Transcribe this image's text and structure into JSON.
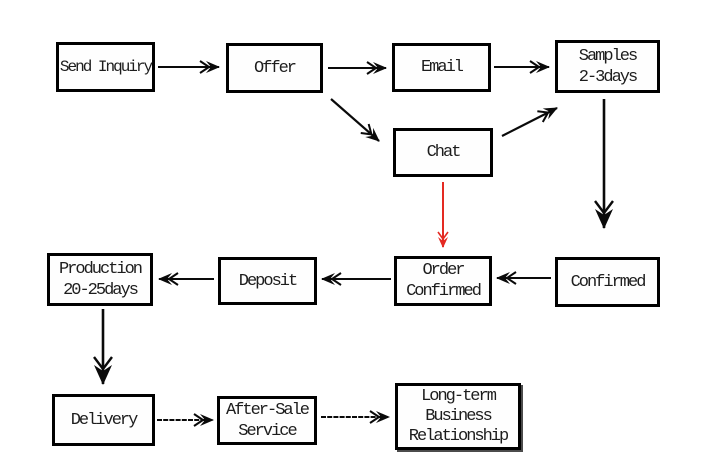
{
  "diagram": {
    "title": "Order process flowchart",
    "background": "#ffffff",
    "colors": {
      "box_border": "#000000",
      "text": "#1d1d1d",
      "arrow": "#0a0a0a",
      "red_arrow": "#e42a22"
    },
    "nodes": {
      "send_inquiry": {
        "lines": [
          "Send Inquiry"
        ]
      },
      "offer": {
        "lines": [
          "Offer"
        ]
      },
      "email": {
        "lines": [
          "Email"
        ]
      },
      "samples": {
        "lines": [
          "Samples",
          "2-3days"
        ]
      },
      "chat": {
        "lines": [
          "Chat"
        ]
      },
      "confirmed": {
        "lines": [
          "Confirmed"
        ]
      },
      "order_confirmed": {
        "lines": [
          "Order",
          "Confirmed"
        ]
      },
      "deposit": {
        "lines": [
          "Deposit"
        ]
      },
      "production": {
        "lines": [
          "Production",
          "20-25days"
        ]
      },
      "delivery": {
        "lines": [
          "Delivery"
        ]
      },
      "after_sale": {
        "lines": [
          "After-Sale",
          "Service"
        ]
      },
      "long_term": {
        "lines": [
          "Long-term",
          "Business",
          "Relationship"
        ]
      }
    },
    "edges": [
      {
        "from": "Send Inquiry",
        "to": "Offer",
        "color": "black",
        "style": "solid"
      },
      {
        "from": "Offer",
        "to": "Email",
        "color": "black",
        "style": "solid"
      },
      {
        "from": "Email",
        "to": "Samples 2-3days",
        "color": "black",
        "style": "solid"
      },
      {
        "from": "Offer",
        "to": "Chat",
        "color": "black",
        "style": "solid"
      },
      {
        "from": "Chat",
        "to": "Samples 2-3days",
        "color": "black",
        "style": "solid"
      },
      {
        "from": "Samples 2-3days",
        "to": "Confirmed",
        "color": "black",
        "style": "solid"
      },
      {
        "from": "Chat",
        "to": "Order Confirmed",
        "color": "red",
        "style": "solid"
      },
      {
        "from": "Confirmed",
        "to": "Order Confirmed",
        "color": "black",
        "style": "solid"
      },
      {
        "from": "Order Confirmed",
        "to": "Deposit",
        "color": "black",
        "style": "solid"
      },
      {
        "from": "Deposit",
        "to": "Production 20-25days",
        "color": "black",
        "style": "solid"
      },
      {
        "from": "Production 20-25days",
        "to": "Delivery",
        "color": "black",
        "style": "solid"
      },
      {
        "from": "Delivery",
        "to": "After-Sale Service",
        "color": "black",
        "style": "stippled"
      },
      {
        "from": "After-Sale Service",
        "to": "Long-term Business Relationship",
        "color": "black",
        "style": "stippled"
      }
    ]
  }
}
